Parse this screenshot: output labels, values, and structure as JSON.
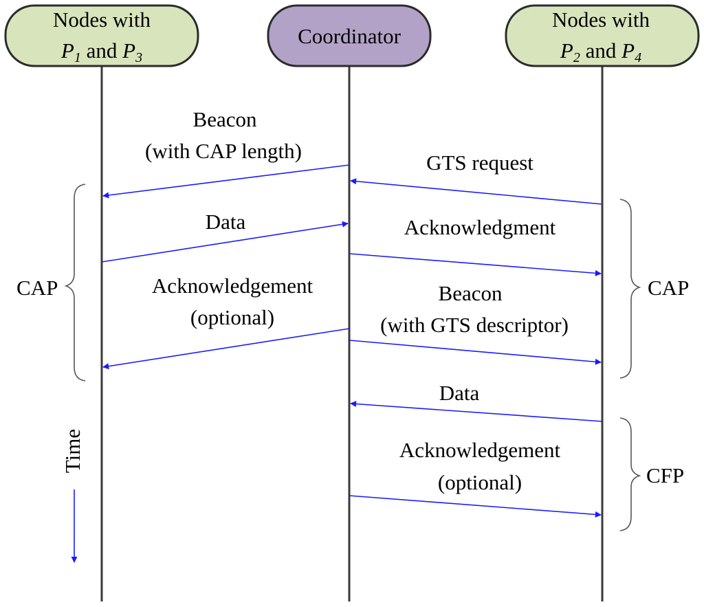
{
  "participants": {
    "left": {
      "line1": "Nodes with",
      "p_first": "P",
      "p_first_sub": "1",
      "and": " and ",
      "p_second": "P",
      "p_second_sub": "3",
      "fill": "#d8e4bc"
    },
    "center": {
      "label": "Coordinator",
      "fill": "#b3a2c7"
    },
    "right": {
      "line1": "Nodes with",
      "p_first": "P",
      "p_first_sub": "2",
      "and": " and ",
      "p_second": "P",
      "p_second_sub": "4",
      "fill": "#d8e4bc"
    }
  },
  "messages_left": {
    "beacon_l1": "Beacon",
    "beacon_l2": "(with CAP length)",
    "data": "Data",
    "ack_l1": "Acknowledgement",
    "ack_l2": "(optional)"
  },
  "messages_right": {
    "gts_request": "GTS request",
    "acknowledgment": "Acknowledgment",
    "beacon_l1": "Beacon",
    "beacon_l2": "(with GTS descriptor)",
    "data": "Data",
    "ack_l1": "Acknowledgement",
    "ack_l2": "(optional)"
  },
  "periods": {
    "left_cap": "CAP",
    "right_cap": "CAP",
    "right_cfp": "CFP"
  },
  "time_label": "Time",
  "colors": {
    "arrow": "#1a1aff",
    "lifeline": "#3a3a3a",
    "box_stroke": "#2b2b2b"
  }
}
